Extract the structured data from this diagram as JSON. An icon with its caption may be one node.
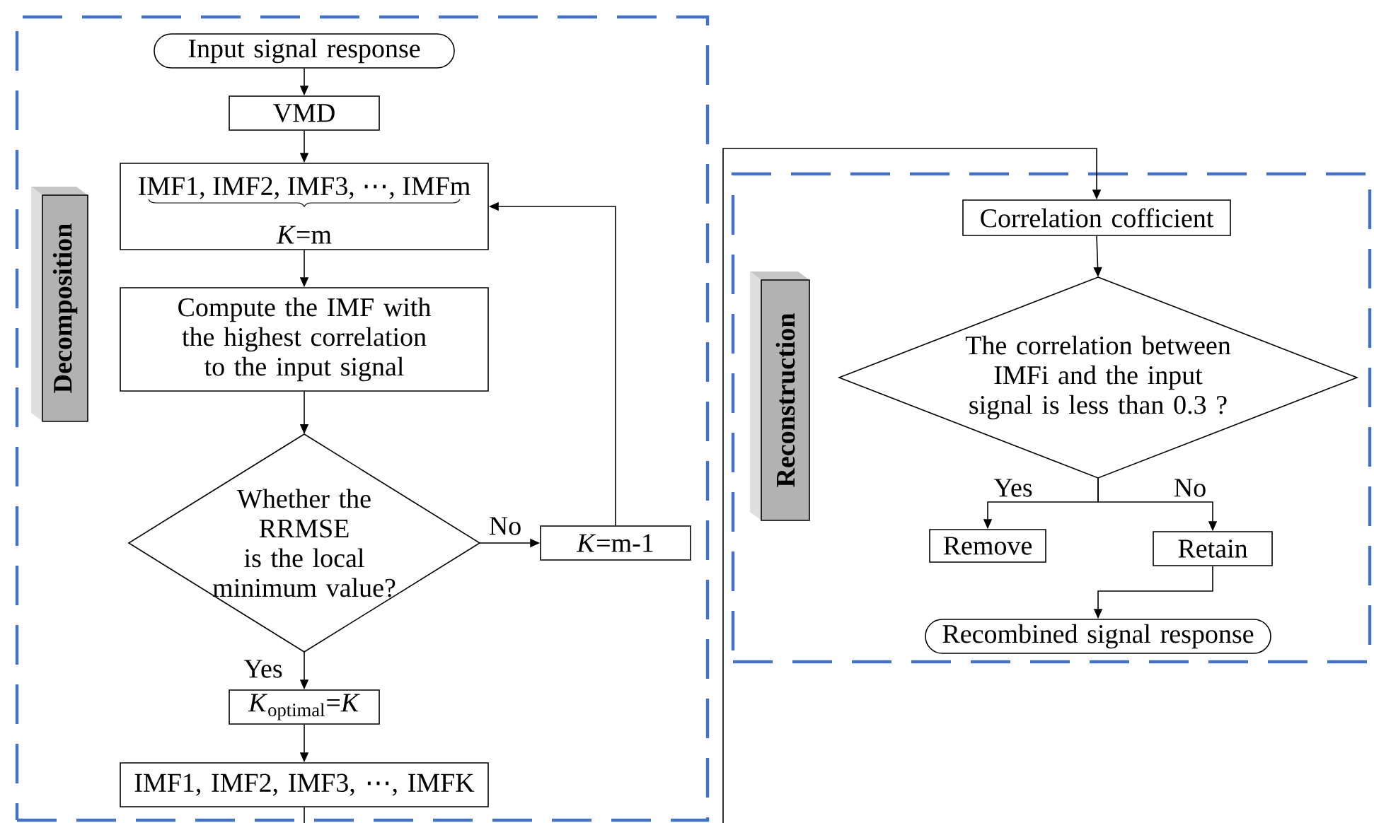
{
  "diagram": {
    "nodes": [
      {
        "text": [
          "Decomposition"
        ]
      },
      {
        "text": [
          "Input signal response"
        ],
        "in": 0
      },
      {
        "text": [
          "VMD"
        ],
        "in": 0
      },
      {
        "text": [
          "IMF1, IMF2, IMF3, ⋯, IMFm",
          "*K*=m"
        ],
        "in": 0
      },
      {
        "text": [
          "Compute the IMF with the highest correlation to the input signal"
        ],
        "in": 0
      },
      {
        "text": [
          "Whether the RRMSE is the local minimum value?"
        ],
        "in": 0
      },
      {
        "text": [
          "*K*=m-1"
        ],
        "in": 0
      },
      {
        "text": [
          "*K*$_{optimal}$=*K*"
        ],
        "in": 0
      },
      {
        "text": [
          "IMF1, IMF2, IMF3, ⋯, IMFK"
        ],
        "in": 0
      },
      {
        "text": [
          "Reconstruction"
        ]
      },
      {
        "text": [
          "Correlation cofficient"
        ],
        "in": 9
      },
      {
        "text": [
          "The correlation between IMFi and the input signal is less than 0.3 ?"
        ],
        "in": 9
      },
      {
        "text": [
          "Remove"
        ],
        "in": 9
      },
      {
        "text": [
          "Retain"
        ],
        "in": 9
      },
      {
        "text": [
          "Recombined signal response"
        ],
        "in": 9
      }
    ],
    "edges": [
      {
        "from": 1,
        "to": 2,
        "arrow": "to"
      },
      {
        "from": 2,
        "to": 3,
        "arrow": "to"
      },
      {
        "from": 3,
        "to": 4,
        "arrow": "to"
      },
      {
        "from": 4,
        "to": 5,
        "arrow": "to"
      },
      {
        "from": 5,
        "to": 6,
        "arrow": "to",
        "label": "No"
      },
      {
        "from": 6,
        "to": 3,
        "arrow": "to"
      },
      {
        "from": 5,
        "to": 7,
        "arrow": "to",
        "label": "Yes"
      },
      {
        "from": 7,
        "to": 8,
        "arrow": "to"
      },
      {
        "from": 8,
        "to": 10,
        "arrow": "to"
      },
      {
        "from": 10,
        "to": 11,
        "arrow": "to"
      },
      {
        "from": 11,
        "to": 12,
        "arrow": "to",
        "label": "Yes"
      },
      {
        "from": 11,
        "to": 13,
        "arrow": "to",
        "label": "No"
      },
      {
        "from": 13,
        "to": 14,
        "arrow": "to"
      }
    ]
  }
}
